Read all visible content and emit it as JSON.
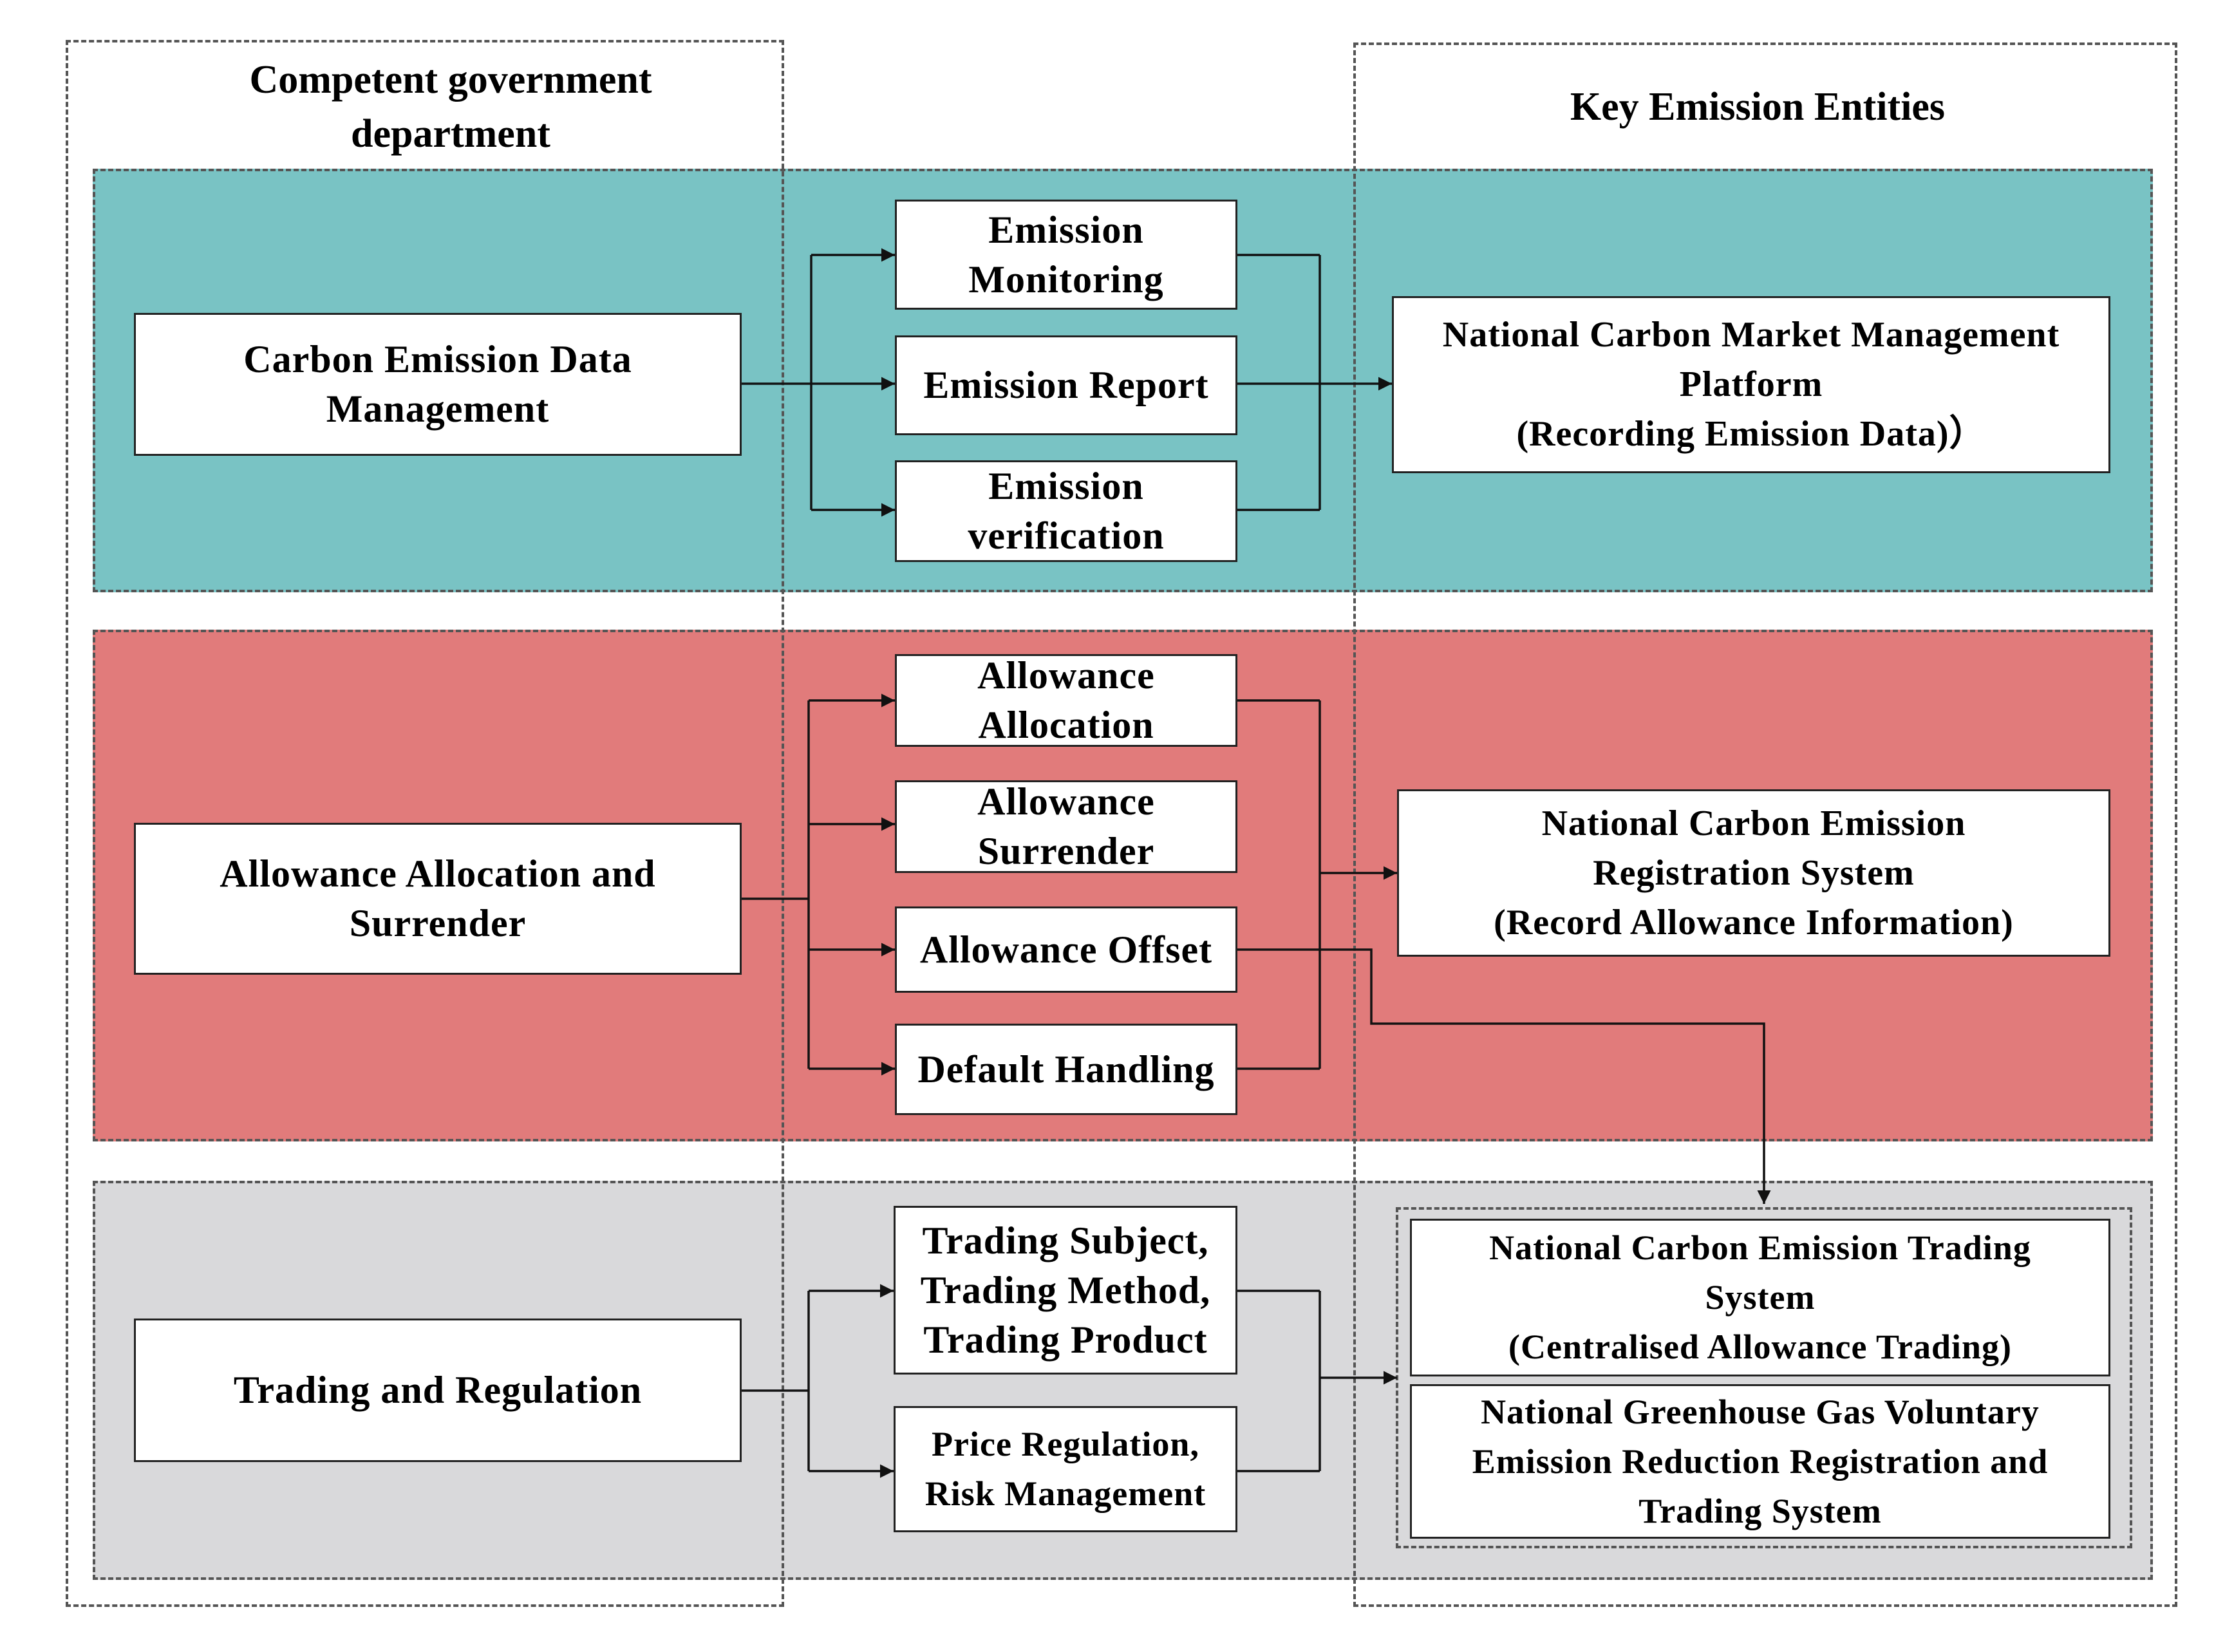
{
  "headings": {
    "left": "Competent government\ndepartment",
    "right": "Key Emission Entities"
  },
  "colors": {
    "band_data": "#79c3c4",
    "band_allowance": "#e17b7b",
    "band_trading": "#d9d9db",
    "line": "#111111"
  },
  "sections": {
    "data": {
      "source": "Carbon Emission Data\nManagement",
      "steps": [
        "Emission\nMonitoring",
        "Emission Report",
        "Emission\nverification"
      ],
      "target": "National Carbon Market Management\nPlatform\n(Recording Emission Data)）"
    },
    "allowance": {
      "source": "Allowance Allocation and\nSurrender",
      "steps": [
        "Allowance\nAllocation",
        "Allowance\nSurrender",
        "Allowance Offset",
        "Default Handling"
      ],
      "target": "National Carbon Emission\nRegistration System\n(Record Allowance Information)"
    },
    "trading": {
      "source": "Trading and Regulation",
      "steps": [
        "Trading Subject,\nTrading Method,\nTrading Product",
        "Price Regulation,\nRisk Management"
      ],
      "targets": [
        "National Carbon Emission Trading\nSystem\n(Centralised Allowance Trading)",
        "National Greenhouse Gas Voluntary\nEmission Reduction Registration and\nTrading System"
      ]
    }
  }
}
